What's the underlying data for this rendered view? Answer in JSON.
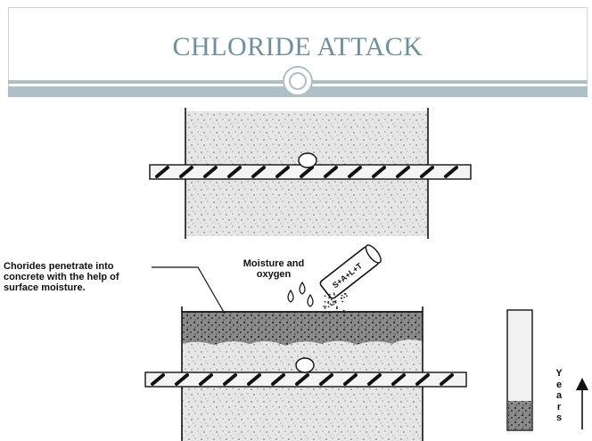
{
  "slide": {
    "title": "CHLORIDE ATTACK"
  },
  "diagram": {
    "annotation_chlorides": "Chorides penetrate into concrete with the help of surface moisture.",
    "annotation_moisture": "Moisture and oxygen",
    "container_label": "S+A+L+T",
    "time_axis_label": [
      "Y",
      "e",
      "a",
      "r",
      "s"
    ]
  },
  "colors": {
    "title_text": "#6f8f99",
    "title_bar": "#aebfc5",
    "ink": "#111111",
    "concrete": "#e6e6e6"
  }
}
